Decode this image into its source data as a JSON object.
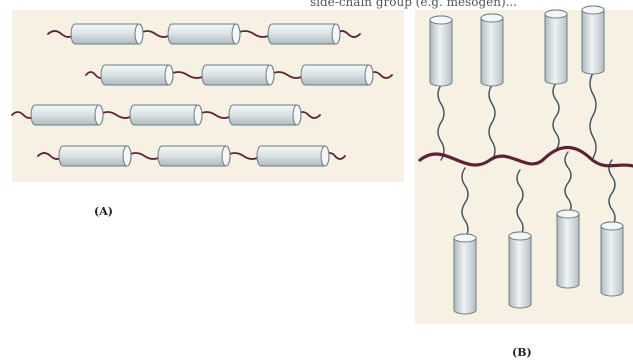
{
  "header_fragment": "side-chain group (e.g. mesogen)...",
  "panel_a": {
    "label": "(A)",
    "background": "#f6f1e3",
    "backbone_color": "#5e2236",
    "mesogen_fill": "#dde5e7",
    "mesogen_stroke": "#6e7a80"
  },
  "panel_b": {
    "label": "(B)",
    "background": "#f6f1e3",
    "backbone_color": "#5e2236",
    "spacer_color": "#3b4e5e",
    "mesogen_fill": "#dde5e7",
    "mesogen_stroke": "#6e7a80"
  }
}
